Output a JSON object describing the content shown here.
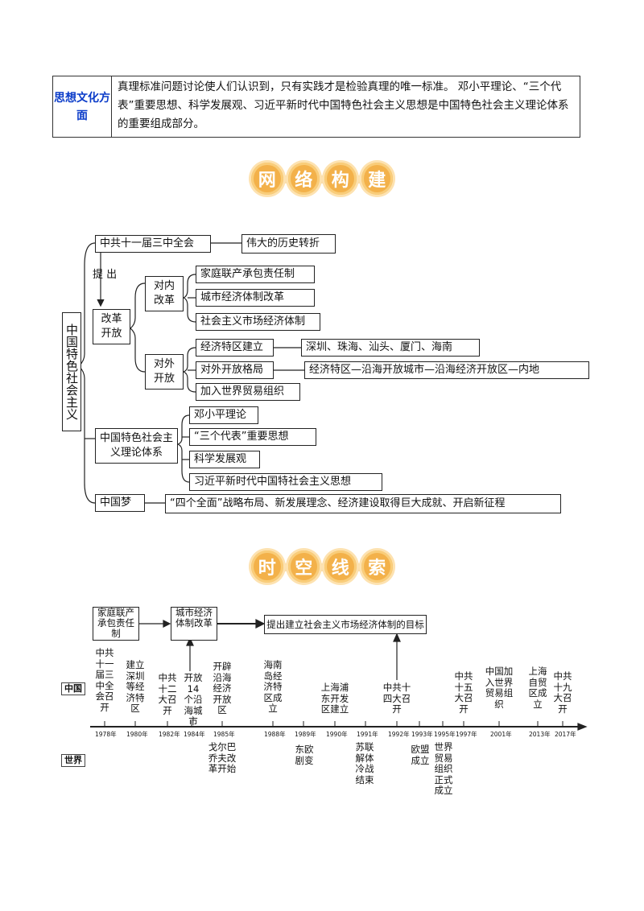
{
  "table": {
    "header": "思想文化方面",
    "text": "真理标准问题讨论使人们认识到，只有实践才是检验真理的唯一标准。 邓小平理论、“三个代表”重要思想、科学发展观、习近平新时代中国特色社会主义思想是中国特色社会主义理论体系的重要组成部分。"
  },
  "banner1": [
    "网",
    "络",
    "构",
    "建"
  ],
  "banner2": [
    "时",
    "空",
    "线",
    "索"
  ],
  "mindmap": {
    "root": "中国特色社会主义",
    "plenum": "中共十一届三中全会",
    "turning_point": "伟大的历史转折",
    "proposed": "提 出",
    "reform_opening": "改革开放",
    "internal_reform": "对内改革",
    "internal": [
      "家庭联产承包责任制",
      "城市经济体制改革",
      "社会主义市场经济体制"
    ],
    "opening": "对外开放",
    "external": [
      "经济特区建立",
      "对外开放格局",
      "加入世界贸易组织"
    ],
    "sez_cities": "深圳、珠海、汕头、厦门、海南",
    "pattern": "经济特区—沿海开放城市—沿海经济开放区—内地",
    "theory_system": "中国特色社会主义理论体系",
    "theories": [
      "邓小平理论",
      "“三个代表”重要思想",
      "科学发展观",
      "习近平新时代中国特社会主义思想"
    ],
    "dream": "中国梦",
    "dream_text": "“四个全面”战略布局、新发展理念、经济建设取得巨大成就、开启新征程"
  },
  "timeline": {
    "china_tag": "中国",
    "world_tag": "世界",
    "box_household": "家庭联产承包责任制",
    "box_urban": "城市经济体制改革",
    "box_goal": "提出建立社会主义市场经济体制的目标",
    "china_events": [
      "中共十一届三中全会召开",
      "建立深圳等经济特区",
      "中共十二大召开",
      "开放14个沿海城市",
      "开辟沿海经济开放区",
      "海南岛经济特区成立",
      "上海浦东开发区建立",
      "中共十四大召开",
      "中共十五大召开",
      "中国加入世界贸易组织",
      "上海自贸区成立",
      "中共十九大召开"
    ],
    "world_events": [
      "戈尔巴乔夫改革开始",
      "东欧剧变",
      "苏联解体冷战结束",
      "欧盟成立",
      "世界贸易组织正式成立"
    ],
    "years": [
      "1978年",
      "1980年",
      "1982年",
      "1984年",
      "1985年",
      "1988年",
      "1989年",
      "1990年",
      "1991年",
      "1992年",
      "1993年",
      "1995年",
      "1997年",
      "2001年",
      "2013年",
      "2017年"
    ]
  }
}
